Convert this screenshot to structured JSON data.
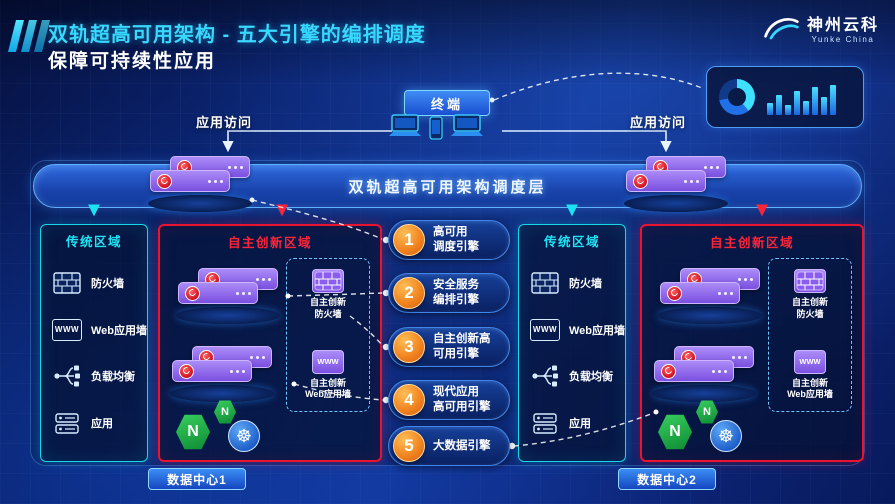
{
  "header": {
    "title_line1": "双轨超高可用架构 - 五大引擎的编排调度",
    "title_line2": "保障可持续性应用",
    "logo_cn": "神州云科",
    "logo_en": "Yunke China"
  },
  "top": {
    "terminal_label": "终端",
    "access_left": "应用访问",
    "access_right": "应用访问"
  },
  "scheduler": {
    "label": "双轨超高可用架构调度层"
  },
  "zones": {
    "dc1": {
      "traditional": {
        "title": "传统区域",
        "items": [
          {
            "icon": "firewall-icon",
            "label": "防火墙"
          },
          {
            "icon": "waf-icon",
            "label": "Web应用墙"
          },
          {
            "icon": "load-balancer-icon",
            "label": "负载均衡"
          },
          {
            "icon": "app-icon",
            "label": "应用"
          }
        ]
      },
      "innovation": {
        "title": "自主创新区域",
        "firewall_label": "自主创新\n防火墙",
        "waf_label": "自主创新\nWeb应用墙"
      },
      "footer": "数据中心1"
    },
    "dc2": {
      "traditional": {
        "title": "传统区域",
        "items": [
          {
            "icon": "firewall-icon",
            "label": "防火墙"
          },
          {
            "icon": "waf-icon",
            "label": "Web应用墙"
          },
          {
            "icon": "load-balancer-icon",
            "label": "负载均衡"
          },
          {
            "icon": "app-icon",
            "label": "应用"
          }
        ]
      },
      "innovation": {
        "title": "自主创新区域",
        "firewall_label": "自主创新\n防火墙",
        "waf_label": "自主创新\nWeb应用墙"
      },
      "footer": "数据中心2"
    }
  },
  "engines": [
    {
      "num": "1",
      "label": "高可用\n调度引擎"
    },
    {
      "num": "2",
      "label": "安全服务\n编排引擎"
    },
    {
      "num": "3",
      "label": "自主创新高\n可用引擎"
    },
    {
      "num": "4",
      "label": "现代应用\n高可用引擎"
    },
    {
      "num": "5",
      "label": "大数据引擎"
    }
  ],
  "glyphs": {
    "www": "WWW",
    "nginx": "N",
    "kubernetes": "☸"
  },
  "colors": {
    "accent_cyan": "#38d8ff",
    "zone_traditional_border": "#17d8ea",
    "zone_innovation_border": "#e81430",
    "engine_number_orange": "#f0831f"
  }
}
